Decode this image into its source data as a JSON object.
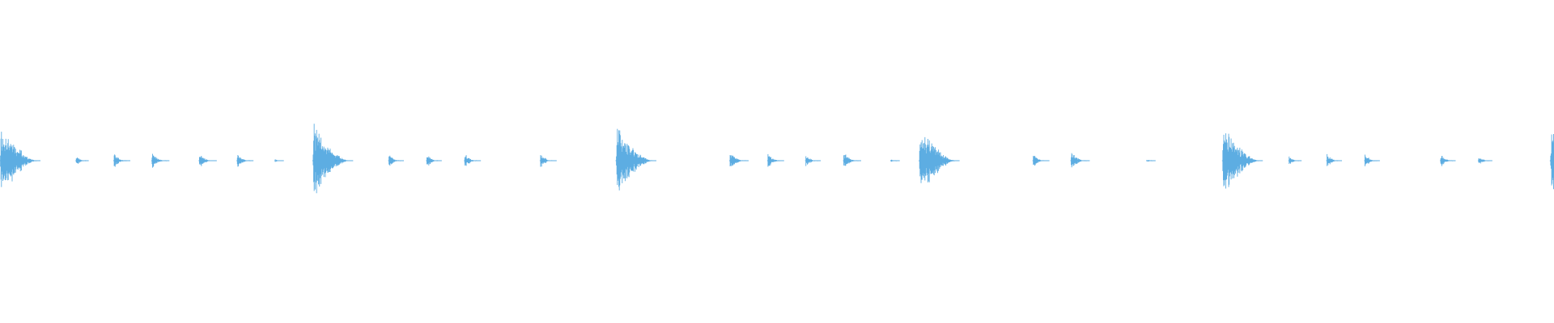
{
  "waveform": {
    "color": "#5dade2",
    "background": "#ffffff",
    "duration_beats": 41,
    "beats_per_bar": 8,
    "events": [
      {
        "beat": 0.0,
        "level": 1.0
      },
      {
        "beat": 2.0,
        "level": 0.16
      },
      {
        "beat": 3.0,
        "level": 0.22
      },
      {
        "beat": 4.0,
        "level": 0.24
      },
      {
        "beat": 5.25,
        "level": 0.24
      },
      {
        "beat": 6.25,
        "level": 0.22
      },
      {
        "beat": 7.25,
        "level": 0.05
      },
      {
        "beat": 8.25,
        "level": 1.0
      },
      {
        "beat": 10.25,
        "level": 0.2
      },
      {
        "beat": 11.25,
        "level": 0.2
      },
      {
        "beat": 12.25,
        "level": 0.22
      },
      {
        "beat": 14.25,
        "level": 0.22
      },
      {
        "beat": 16.25,
        "level": 1.0
      },
      {
        "beat": 19.25,
        "level": 0.26
      },
      {
        "beat": 20.25,
        "level": 0.22
      },
      {
        "beat": 21.25,
        "level": 0.2
      },
      {
        "beat": 22.25,
        "level": 0.24
      },
      {
        "beat": 23.5,
        "level": 0.05
      },
      {
        "beat": 24.25,
        "level": 1.0
      },
      {
        "beat": 27.25,
        "level": 0.22
      },
      {
        "beat": 28.25,
        "level": 0.26
      },
      {
        "beat": 30.25,
        "level": 0.05
      },
      {
        "beat": 32.25,
        "level": 1.0
      },
      {
        "beat": 34.0,
        "level": 0.16
      },
      {
        "beat": 35.0,
        "level": 0.2
      },
      {
        "beat": 36.0,
        "level": 0.2
      },
      {
        "beat": 38.0,
        "level": 0.2
      },
      {
        "beat": 39.0,
        "level": 0.18
      },
      {
        "beat": 40.9,
        "level": 1.0
      }
    ]
  }
}
